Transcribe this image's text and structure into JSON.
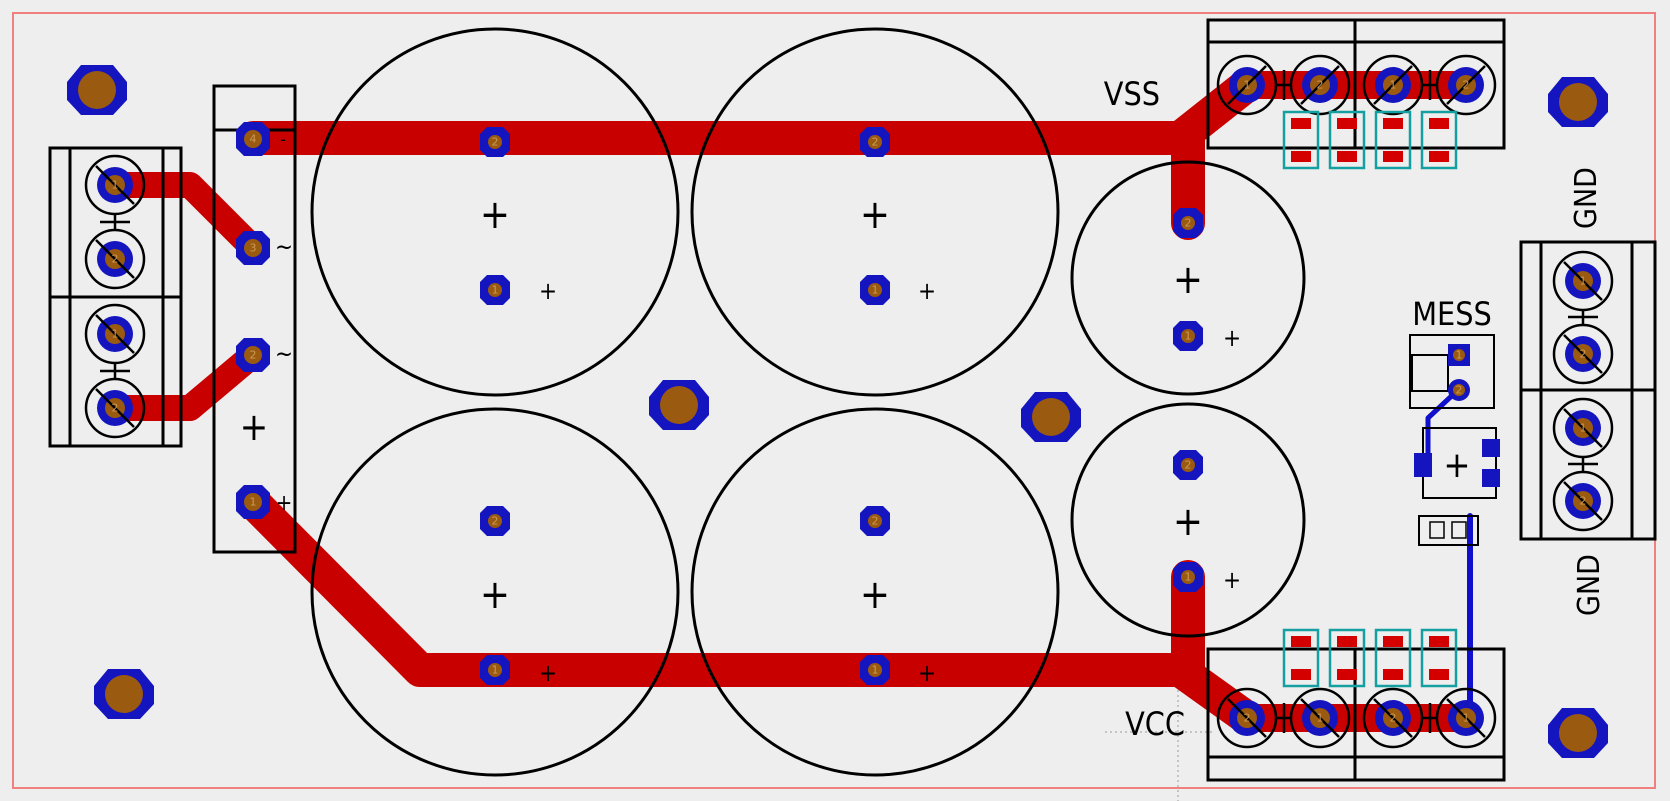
{
  "colors": {
    "board_bg": "#eeeeee",
    "board_outline": "#f08080",
    "top_copper": "#c80000",
    "bottom_copper": "#1010cc",
    "pad_ring": "#1515c0",
    "drill": "#9a5a10",
    "silkscreen": "#000000",
    "smd_pad": "#d40000",
    "smd_outline": "#14a0a0"
  },
  "labels": {
    "vss": "VSS",
    "vcc": "VCC",
    "gnd_top": "GND",
    "gnd_bottom": "GND",
    "mess": "MESS"
  },
  "bridge": {
    "pin4": "4",
    "pin3": "3",
    "pin2": "2",
    "pin1": "1",
    "ac_mark_1": "~",
    "ac_mark_2": "~",
    "minus_mark": "-",
    "plus_mark": "+",
    "center_plus": "+"
  },
  "pins": {
    "one": "1",
    "two": "2"
  },
  "polarity": {
    "plus": "+"
  }
}
